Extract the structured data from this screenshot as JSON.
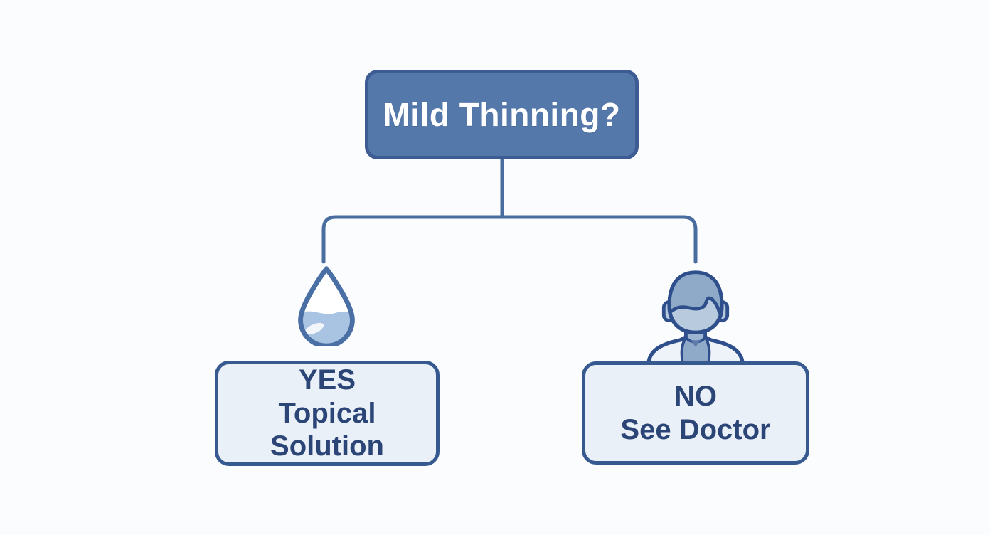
{
  "diagram": {
    "type": "flowchart",
    "title": "Mild Thinning?",
    "root": {
      "label": "Mild Thinning?"
    },
    "branches": [
      {
        "id": "yes",
        "icon": "droplet-icon",
        "answer": "YES",
        "action": "Topical Solution"
      },
      {
        "id": "no",
        "icon": "doctor-icon",
        "answer": "NO",
        "action": "See Doctor"
      }
    ],
    "colors": {
      "background": "#fbfcfd",
      "root_fill": "#5578ab",
      "root_border": "#3d5c94",
      "root_text": "#ffffff",
      "connector": "#4a6d9f",
      "branch_fill": "#eaf0f8",
      "branch_border": "#36598f",
      "branch_text": "#2b4577",
      "droplet_outline": "#4a6fa5",
      "droplet_liquid": "#a9c3e3",
      "figure_outline": "#2e4f8c",
      "figure_body": "#8fa9c9",
      "figure_face": "#b8cade",
      "figure_neck": "#9db4d2",
      "figure_coat": "#eef2f9",
      "figure_shirt": "#5d7aa9"
    }
  }
}
